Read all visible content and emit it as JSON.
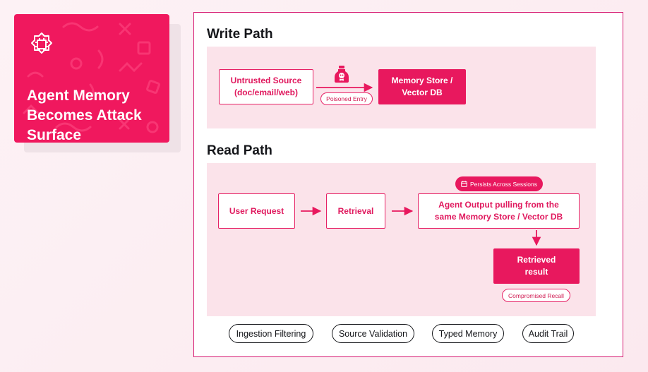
{
  "card": {
    "title": "Agent Memory\nBecomes Attack\nSurface",
    "icon": "chip-gear-icon"
  },
  "write_path": {
    "title": "Write Path",
    "source": "Untrusted Source\n(doc/email/web)",
    "store": "Memory Store /\nVector DB",
    "edge_label": "Poisoned Entry",
    "edge_icon": "poison-bottle-icon"
  },
  "read_path": {
    "title": "Read Path",
    "request": "User Request",
    "retrieval": "Retrieval",
    "output": "Agent Output pulling from the\nsame Memory Store  / Vector DB",
    "persist_tag": "Persists Across Sessions",
    "persist_icon": "calendar-icon",
    "result": "Retrieved\nresult",
    "result_tag": "Compromised Recall"
  },
  "mitigations": [
    "Ingestion Filtering",
    "Source Validation",
    "Typed Memory",
    "Audit Trail"
  ],
  "colors": {
    "accent": "#e8185e",
    "zone": "#fbe3ea",
    "border": "#d61a72"
  }
}
